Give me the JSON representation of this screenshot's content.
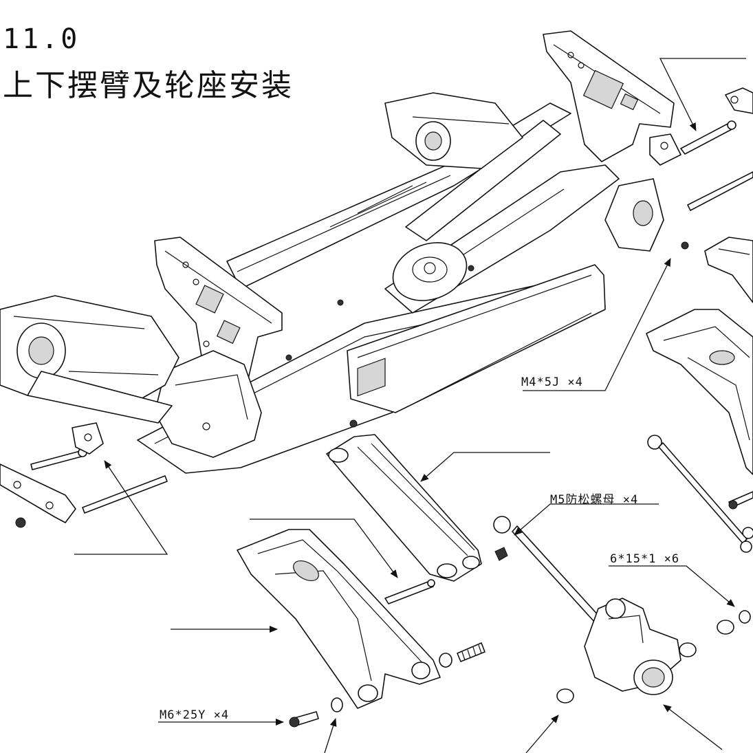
{
  "header": {
    "step_number": "11.0",
    "step_title": "上下摆臂及轮座安装"
  },
  "callouts": {
    "m4_screw": "M4*5J ×4",
    "m5_locknut": "M5防松螺母 ×4",
    "bearing": "6*15*1 ×6",
    "m6_screw": "M6*25Y ×4"
  }
}
